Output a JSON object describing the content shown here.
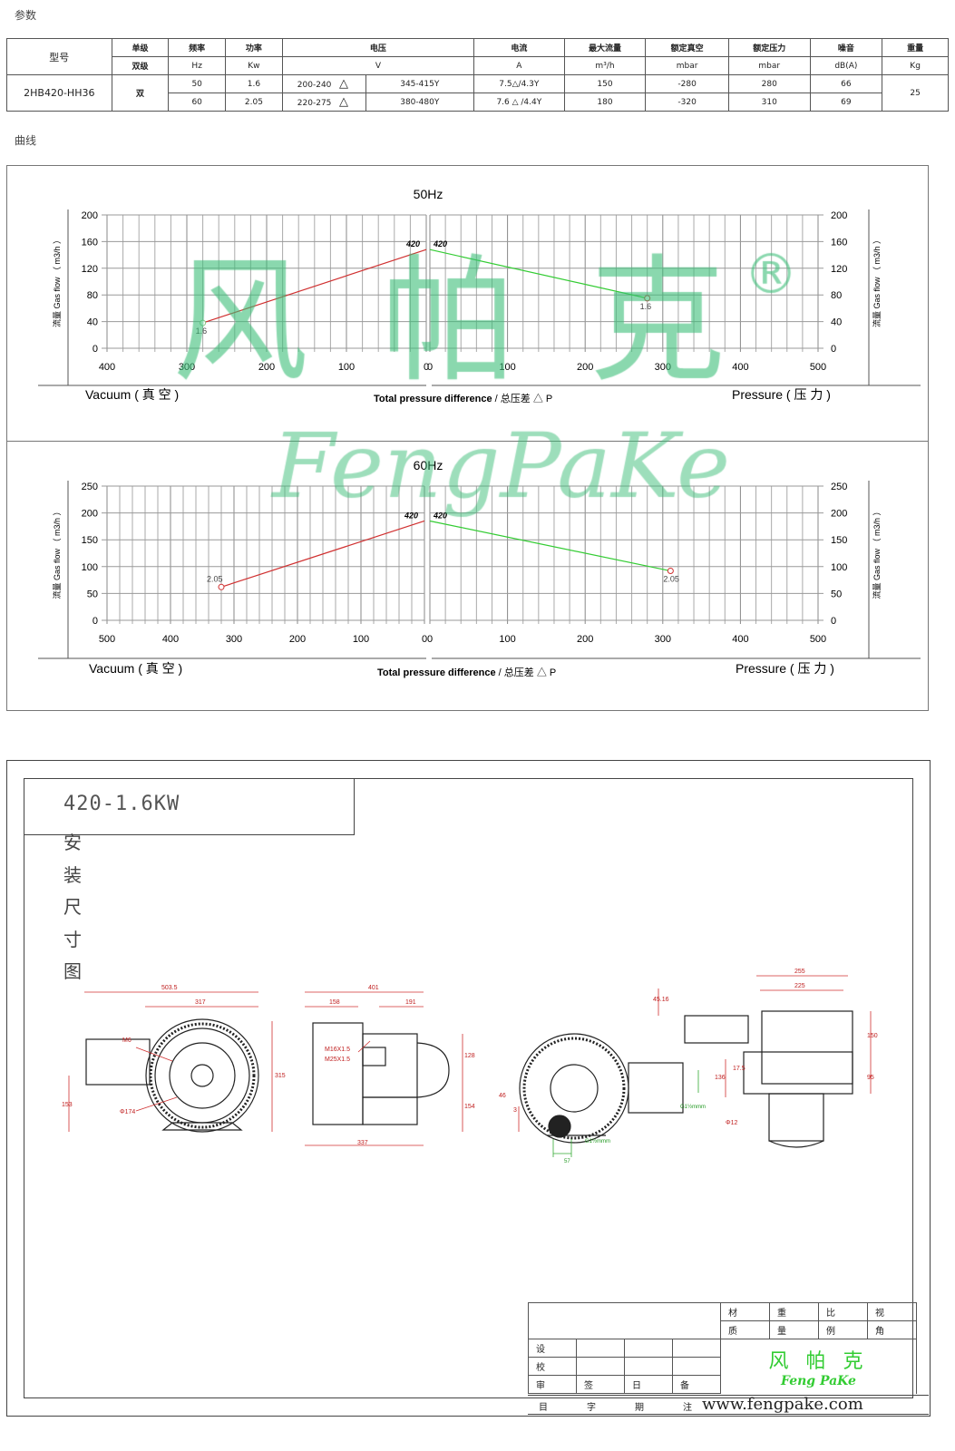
{
  "sections": {
    "params": "参数",
    "curves": "曲线"
  },
  "table": {
    "headers": {
      "model": "型号",
      "stage": "单级",
      "freq": "频率",
      "power": "功率",
      "voltage": "电压",
      "current": "电流",
      "max_flow": "最大流量",
      "rated_vacuum": "额定真空",
      "rated_pressure": "额定压力",
      "noise": "噪音",
      "weight": "重量"
    },
    "units": {
      "stage": "双级",
      "freq": "Hz",
      "power": "Kw",
      "voltage": "V",
      "current": "A",
      "max_flow": "m³/h",
      "rated_vacuum": "mbar",
      "rated_pressure": "mbar",
      "noise": "dB(A)",
      "weight": "Kg"
    },
    "model": "2HB420-HH36",
    "stage": "双",
    "weight": "25",
    "rows": [
      {
        "freq": "50",
        "power": "1.6",
        "v_delta": "200-240",
        "v_star": "345-415Y",
        "current": "7.5△/4.3Y",
        "max_flow": "150",
        "vacuum": "-280",
        "pressure": "280",
        "noise": "66"
      },
      {
        "freq": "60",
        "power": "2.05",
        "v_delta": "220-275",
        "v_star": "380-480Y",
        "current": "7.6 △ /4.4Y",
        "max_flow": "180",
        "vacuum": "-320",
        "pressure": "310",
        "noise": "69"
      }
    ],
    "delta": "△"
  },
  "watermark": {
    "cn": "风 帕 克",
    "en": "FengPaKe",
    "reg": "®"
  },
  "chart_data": [
    {
      "type": "line",
      "title": "50Hz",
      "ylabel": "流量 Gas flow （ m3/h ）",
      "xlabel_bold": "Total pressure difference",
      "xlabel_rest": " / 总压差 △ P",
      "left_label": "Vacuum ( 真 空 )",
      "right_label": "Pressure ( 压 力 )",
      "vacuum_xlim": [
        400,
        0
      ],
      "pressure_xlim": [
        0,
        500
      ],
      "ylim": [
        0,
        200
      ],
      "vacuum_xticks": [
        400,
        300,
        200,
        100,
        0
      ],
      "pressure_xticks": [
        0,
        100,
        200,
        300,
        400,
        500
      ],
      "yticks": [
        0,
        40,
        80,
        120,
        160,
        200
      ],
      "series": [
        {
          "name": "vacuum",
          "color": "#d03030",
          "points": [
            [
              280,
              38
            ],
            [
              0,
              148
            ]
          ],
          "start_label": "1.6",
          "end_label": "420"
        },
        {
          "name": "pressure",
          "color": "#33cc33",
          "points": [
            [
              0,
              148
            ],
            [
              280,
              75
            ]
          ],
          "start_label": "420",
          "end_label": "1.6"
        }
      ]
    },
    {
      "type": "line",
      "title": "60Hz",
      "ylabel": "流量 Gas flow （ m3/h ）",
      "xlabel_bold": "Total pressure difference",
      "xlabel_rest": " / 总压差 △ P",
      "left_label": "Vacuum ( 真 空 )",
      "right_label": "Pressure ( 压 力 )",
      "vacuum_xlim": [
        500,
        0
      ],
      "pressure_xlim": [
        0,
        500
      ],
      "ylim": [
        0,
        250
      ],
      "vacuum_xticks": [
        500,
        400,
        300,
        200,
        100,
        0
      ],
      "pressure_xticks": [
        0,
        100,
        200,
        300,
        400,
        500
      ],
      "yticks": [
        0,
        50,
        100,
        150,
        200,
        250
      ],
      "series": [
        {
          "name": "vacuum",
          "color": "#d03030",
          "points": [
            [
              320,
              62
            ],
            [
              0,
              185
            ]
          ],
          "start_label": "2.05",
          "end_label": "420"
        },
        {
          "name": "pressure",
          "color": "#33cc33",
          "points": [
            [
              0,
              185
            ],
            [
              310,
              92
            ]
          ],
          "start_label": "420",
          "end_label": "2.05"
        }
      ]
    }
  ],
  "drawing": {
    "title": "420-1.6KW",
    "subtitle_chars": [
      "安",
      "装",
      "尺",
      "寸",
      "图"
    ],
    "dims": {
      "d503": "503.5",
      "d317": "317",
      "m6": "M6",
      "d315": "315",
      "d153": "153",
      "d174": "Φ174",
      "d401": "401",
      "d158": "158",
      "d191": "191",
      "m16": "M16X1.5",
      "m25": "M25X1.5",
      "d128": "128",
      "d154": "154",
      "d337": "337",
      "d46": "46",
      "d3": "3",
      "d57": "57",
      "g1": "G1½mmm",
      "g2": "G1½mmm",
      "d4516": "45.16",
      "d255": "255",
      "d225": "225",
      "d150": "150",
      "d95": "95",
      "d136": "136",
      "d175": "17.5",
      "d12": "Φ12"
    }
  },
  "title_block": {
    "top": [
      "材",
      "重",
      "比",
      "视"
    ],
    "bottom": [
      "质",
      "量",
      "例",
      "角"
    ],
    "rows": [
      "设",
      "校"
    ],
    "footer_top": [
      "审",
      "签",
      "日",
      "备"
    ],
    "footer_bottom": [
      "目",
      "字",
      "期",
      "注"
    ],
    "logo_cn": "风 帕 克",
    "logo_en": "Feng PaKe",
    "website": "www.fengpake.com"
  }
}
